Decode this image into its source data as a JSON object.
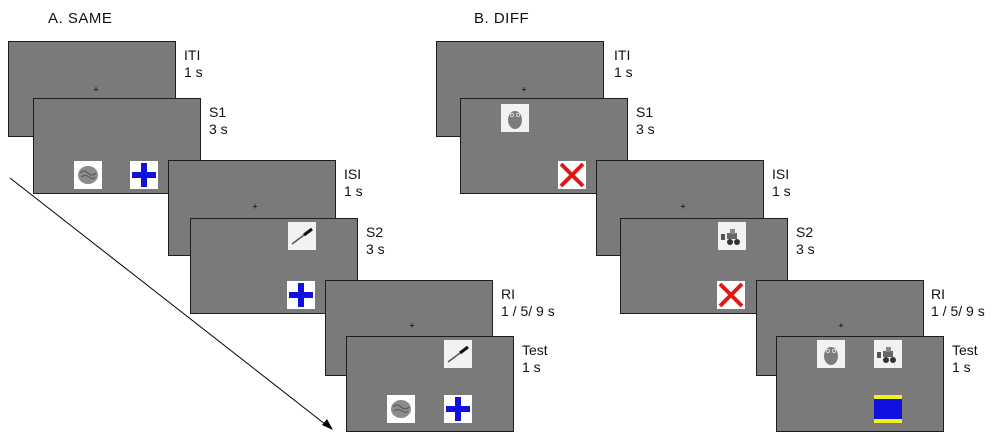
{
  "panel_a": {
    "title": "A.  SAME",
    "labels": {
      "iti": "ITI",
      "iti_time": "1 s",
      "s1": "S1",
      "s1_time": "3 s",
      "isi": "ISI",
      "isi_time": "1 s",
      "s2": "S2",
      "s2_time": "3 s",
      "ri": "RI",
      "ri_time": "1 / 5/ 9 s",
      "test": "Test",
      "test_time": "1 s"
    },
    "fixation": "+"
  },
  "panel_b": {
    "title": "B.  DIFF",
    "labels": {
      "iti": "ITI",
      "iti_time": "1 s",
      "s1": "S1",
      "s1_time": "3 s",
      "isi": "ISI",
      "isi_time": "1 s",
      "s2": "S2",
      "s2_time": "3 s",
      "ri": "RI",
      "ri_time": "1 / 5/ 9 s",
      "test": "Test",
      "test_time": "1 s"
    },
    "fixation": "+"
  },
  "colors": {
    "screen": "#7a7a7a",
    "blue": "#1010e0",
    "red": "#e01818",
    "yellow": "#f0f020"
  }
}
